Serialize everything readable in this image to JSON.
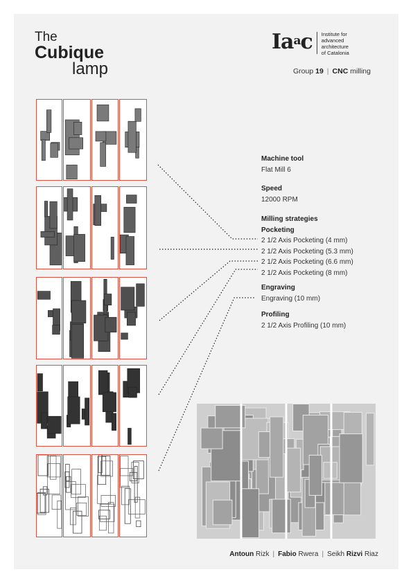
{
  "header": {
    "title_line1": "The",
    "title_line2": "Cubique",
    "title_line3": "lamp"
  },
  "logo": {
    "mark_main": "Ia",
    "mark_super": "a",
    "mark_end": "c",
    "lines": [
      "Institute for",
      "advanced",
      "architecture",
      "of Catalonia"
    ]
  },
  "group": {
    "label": "Group",
    "number": "19",
    "process_bold": "CNC",
    "process_rest": "milling"
  },
  "specs": {
    "machine_tool_heading": "Machine tool",
    "machine_tool_value": "Flat Mill 6",
    "speed_heading": "Speed",
    "speed_value": "12000 RPM",
    "strategies_heading": "Milling strategies",
    "pocketing_heading": "Pocketing",
    "pocketing_items": [
      "2 1/2 Axis Pocketing (4 mm)",
      "2 1/2 Axis Pocketing (5.3 mm)",
      "2 1/2 Axis Pocketing (6.6 mm)",
      "2 1/2 Axis Pocketing (8 mm)"
    ],
    "engraving_heading": "Engraving",
    "engraving_value": "Engraving (10 mm)",
    "profiling_heading": "Profiling",
    "profiling_value": "2 1/2 Axis Profiling (10 mm)"
  },
  "panels": [
    {
      "id": "pocketing-4mm",
      "fill": "#7a7a7a"
    },
    {
      "id": "pocketing-5-3mm",
      "fill": "#5f5f5f"
    },
    {
      "id": "pocketing-6-6mm",
      "fill": "#4f4f4f"
    },
    {
      "id": "pocketing-8mm",
      "fill": "#333333"
    },
    {
      "id": "engraving-10mm",
      "fill": "none"
    }
  ],
  "credits": {
    "p1_first": "Antoun",
    "p1_last": "Rizk",
    "p2_first": "Fabio",
    "p2_last": "Rwera",
    "p3_first": "Seikh",
    "p3_middle": "Rizvi",
    "p3_last": "Riaz"
  },
  "colors": {
    "strip_border": "#e05040",
    "background": "#f2f2f2"
  }
}
